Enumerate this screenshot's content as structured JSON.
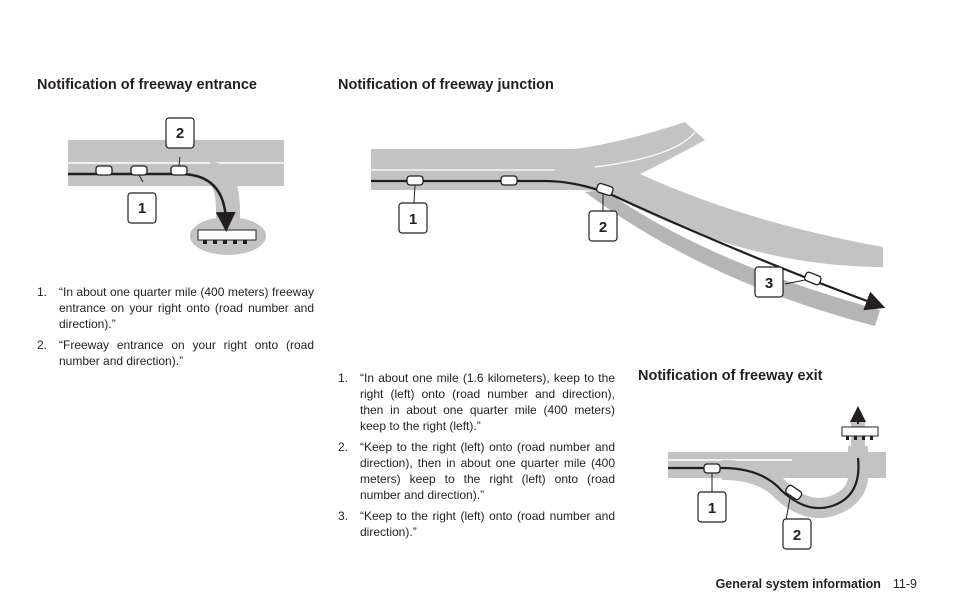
{
  "sections": {
    "entrance": {
      "heading": "Notification of freeway entrance",
      "callouts": [
        "1",
        "2"
      ],
      "steps": [
        {
          "num": "1.",
          "text": "“In about one quarter mile (400 meters) freeway entrance on your right onto (road number and direction).”"
        },
        {
          "num": "2.",
          "text": "“Freeway entrance on your right onto (road number and direction).”"
        }
      ]
    },
    "junction": {
      "heading": "Notification of freeway junction",
      "callouts": [
        "1",
        "2",
        "3"
      ],
      "steps": [
        {
          "num": "1.",
          "text": "“In about one mile (1.6 kilometers), keep to the right (left) onto (road number and direction), then in about one quarter mile (400 meters) keep to the right (left).”"
        },
        {
          "num": "2.",
          "text": "“Keep to the right (left) onto (road number and direction), then in about one quarter mile (400 meters) keep to the right (left) onto (road number and direction).”"
        },
        {
          "num": "3.",
          "text": "“Keep to the right (left) onto (road number and direction).”"
        }
      ]
    },
    "exit": {
      "heading": "Notification of freeway exit",
      "callouts": [
        "1",
        "2"
      ]
    }
  },
  "footer": {
    "section": "General system information",
    "page": "11-9"
  }
}
